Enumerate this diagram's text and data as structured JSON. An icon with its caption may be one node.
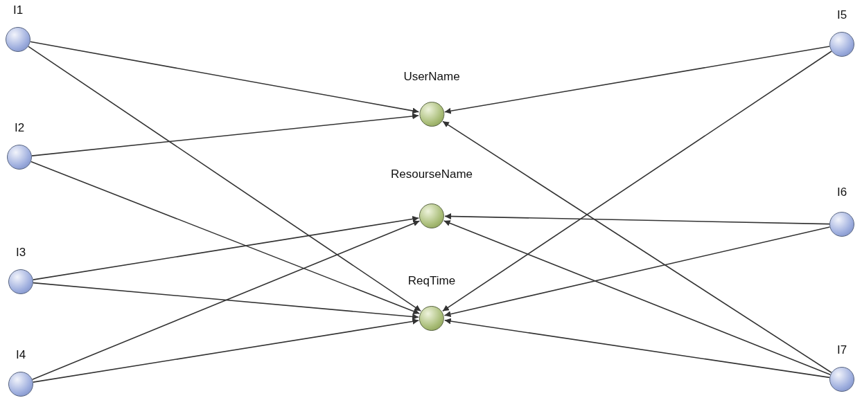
{
  "diagram": {
    "nodes": [
      {
        "text": [
          "I1"
        ]
      },
      {
        "text": [
          "I2"
        ]
      },
      {
        "text": [
          "I3"
        ]
      },
      {
        "text": [
          "I4"
        ]
      },
      {
        "text": [
          "UserName"
        ]
      },
      {
        "text": [
          "ResourseName"
        ]
      },
      {
        "text": [
          "ReqTime"
        ]
      },
      {
        "text": [
          "I5"
        ]
      },
      {
        "text": [
          "I6"
        ]
      },
      {
        "text": [
          "I7"
        ]
      }
    ],
    "edges": [
      {
        "from": 0,
        "to": 4,
        "arrow": "to"
      },
      {
        "from": 0,
        "to": 6,
        "arrow": "to"
      },
      {
        "from": 1,
        "to": 4,
        "arrow": "to"
      },
      {
        "from": 1,
        "to": 6,
        "arrow": "to"
      },
      {
        "from": 2,
        "to": 5,
        "arrow": "to"
      },
      {
        "from": 2,
        "to": 6,
        "arrow": "to"
      },
      {
        "from": 3,
        "to": 5,
        "arrow": "to"
      },
      {
        "from": 3,
        "to": 6,
        "arrow": "to"
      },
      {
        "from": 7,
        "to": 4,
        "arrow": "to"
      },
      {
        "from": 7,
        "to": 6,
        "arrow": "to"
      },
      {
        "from": 8,
        "to": 5,
        "arrow": "to"
      },
      {
        "from": 8,
        "to": 6,
        "arrow": "to"
      },
      {
        "from": 9,
        "to": 4,
        "arrow": "to"
      },
      {
        "from": 9,
        "to": 5,
        "arrow": "to"
      },
      {
        "from": 9,
        "to": 6,
        "arrow": "to"
      }
    ]
  }
}
